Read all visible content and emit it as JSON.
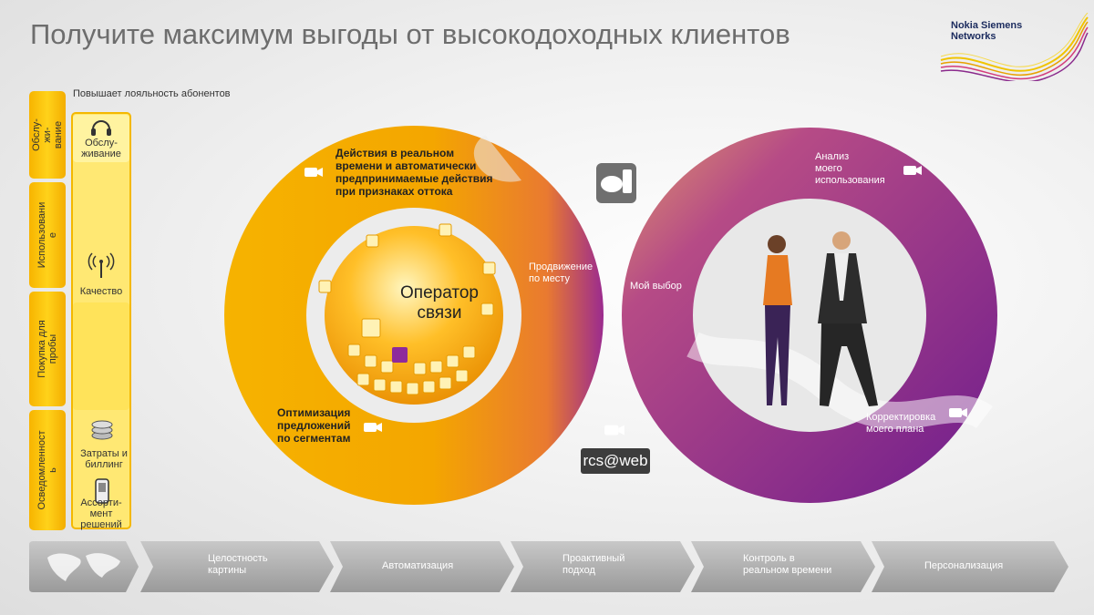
{
  "title": "Получите максимум выгоды от высокодоходных клиентов",
  "logo": {
    "line1": "Nokia Siemens",
    "line2": "Networks"
  },
  "loyalty_caption": "Повышает лояльность абонентов",
  "left_tabs": [
    {
      "label": "Обслу-\nжи-\nвание"
    },
    {
      "label": "Использовани\nе"
    },
    {
      "label": "Покупка для\nпробы"
    },
    {
      "label": "Осведомленност\nь"
    }
  ],
  "panel_items": [
    {
      "label": "Обслу-\nживание",
      "icon": "headset-icon"
    },
    {
      "label": "Качество",
      "icon": "antenna-icon"
    },
    {
      "label": "Затраты и\nбиллинг",
      "icon": "coins-icon"
    },
    {
      "label": "Ассорти-\nмент\nрешений",
      "icon": "phone-icon"
    }
  ],
  "left_ring": {
    "center_label": "Оператор\nсвязи",
    "top_label": "Действия в реальном\nвремени и автоматически\nпредпринимаемые действия\nпри признаках оттока",
    "right_label": "Продвижение\nпо месту",
    "bottom_label": "Оптимизация\nпредложений\nпо сегментам"
  },
  "right_ring": {
    "left_label": "Мой выбор",
    "top_label": "Анализ\nмоего\nиспользования",
    "bottom_label": "Корректировка\nмоего плана"
  },
  "badge": {
    "text": "rcs@web"
  },
  "steps": [
    {
      "label": "Целостность\nкартины"
    },
    {
      "label": "Автоматизация"
    },
    {
      "label": "Проактивный\nподход"
    },
    {
      "label": "Контроль в\nреальном времени"
    },
    {
      "label": "Персонализация"
    }
  ],
  "colors": {
    "yellow": "#f7b400",
    "orange": "#f39c12",
    "purple": "#8e2a9c",
    "step_gray": "#a9a9a9"
  }
}
